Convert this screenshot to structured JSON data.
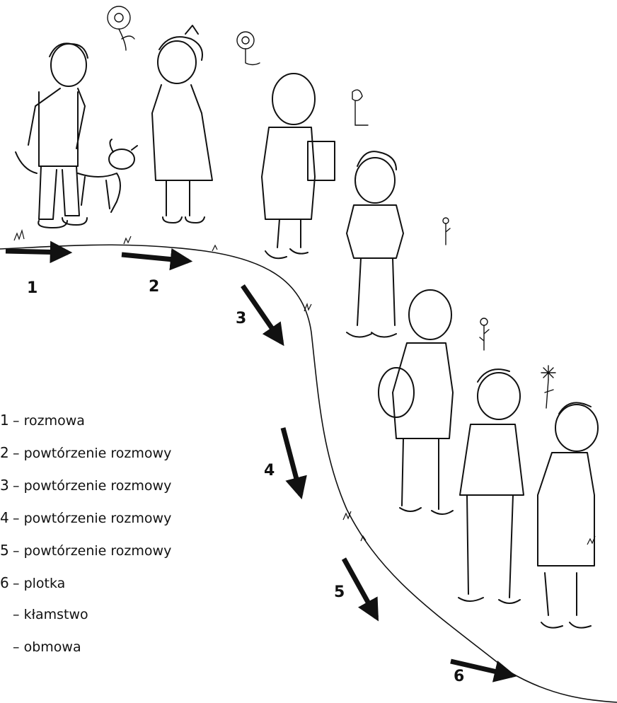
{
  "colors": {
    "ink": "#111111",
    "background": "#ffffff"
  },
  "step_labels": [
    "1",
    "2",
    "3",
    "4",
    "5",
    "6"
  ],
  "legend": [
    {
      "num": "1",
      "text": "– rozmowa"
    },
    {
      "num": "2",
      "text": "– powtórzenie rozmowy"
    },
    {
      "num": "3",
      "text": "– powtórzenie rozmowy"
    },
    {
      "num": "4",
      "text": "– powtórzenie rozmowy"
    },
    {
      "num": "5",
      "text": "– powtórzenie rozmowy"
    },
    {
      "num": "6",
      "text": "– plotka"
    },
    {
      "num": "",
      "text": "– kłamstwo"
    },
    {
      "num": "",
      "text": "– obmowa"
    }
  ],
  "icons": [
    "arrow-icon",
    "path-line",
    "child-figure-icon",
    "dog-icon",
    "adult-figure-icon",
    "flower-icon"
  ]
}
